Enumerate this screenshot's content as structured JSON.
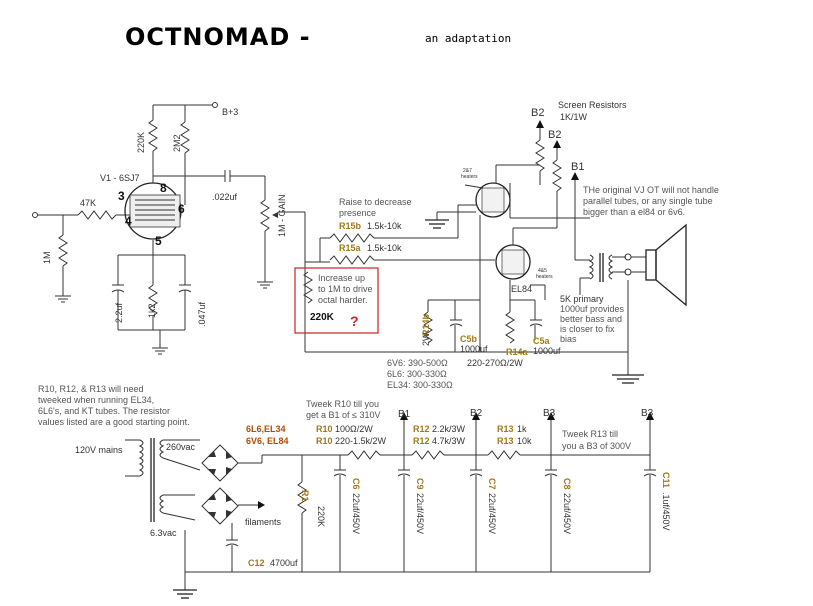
{
  "title": "OCTNOMAD -",
  "subtitle": "an adaptation",
  "labels": {
    "b_plus3": "B+3",
    "b2_top": "B2",
    "b2_mid": "B2",
    "b1_right": "B1",
    "screen_resistors": "Screen Resistors",
    "screen_value": "1K/1W",
    "v1": "V1 - 6SJ7",
    "r220k": "220K",
    "r2m2": "2M2",
    "r47k": "47K",
    "r1m": "1M",
    "c2_2uf": "2.2uf",
    "r1k2": "1k2",
    "c047": ".047uf",
    "c022": ".022uf",
    "gain": "1M - GAIN",
    "pin3": "3",
    "pin8": "8",
    "pin6": "6",
    "pin4": "4",
    "pin5": "5",
    "raise": "Raise to decrease",
    "presence": "presence",
    "r15b": "R15b",
    "r15b_val": "1.5k-10k",
    "r15a": "R15a",
    "r15a_val": "1.5k-10k",
    "heaters_top": "2&7",
    "heaters_top2": "heaters",
    "heaters_bot": "4&5",
    "heaters_bot2": "heaters",
    "el84": "EL84",
    "increase1": "Increase up",
    "increase2": "to 1M to drive",
    "increase3": "octal harder.",
    "r220k_box": "220K",
    "question": "?",
    "r14b": "R14b",
    "r14b_w": "2W",
    "c5b": "C5b",
    "c5b_val": "1000uf",
    "r14a": "R14a",
    "c5a": "C5a",
    "c5a_val": "1000uf",
    "r14a_val": "220-270Ω/2W",
    "v6": "6V6: 390-500Ω",
    "l6": "6L6: 300-330Ω",
    "el34": "EL34: 300-330Ω",
    "ot1": "THe original VJ OT will not handle",
    "ot2": "parallel tubes, or any single tube",
    "ot3": "bigger than a el84 or 6v6.",
    "primary": "5K primary",
    "fix1": "1000uf provides",
    "fix2": "better bass and",
    "fix3": "is closer to fix",
    "fix4": "bias",
    "note1": "R10, R12, & R13 will need",
    "note2": "tweeked when running EL34,",
    "note3": "6L6's, and KT tubes. The resistor",
    "note4": "values listed are a good starting point.",
    "mains": "120V mains",
    "vac260": "260vac",
    "vac63": "6.3vac",
    "tubes1": "6L6,EL34",
    "tubes2": "6V6, EL84",
    "filaments": "filaments",
    "c12": "C12",
    "c12_val": "4700uf",
    "r1": "R1",
    "r1_val": "220K",
    "tweak10a": "Tweek R10 till you",
    "tweak10b": "get a B1 of ≤ 310V",
    "r10": "R10",
    "r10a_val": "100Ω/2W",
    "r10b": "R10",
    "r10b_val": "220-1.5k/2W",
    "b1": "B1",
    "b2": "B2",
    "b3": "B3",
    "b3_end": "B3",
    "r12": "R12",
    "r12a_val": "2.2k/3W",
    "r12b": "R12",
    "r12b_val": "4.7k/3W",
    "r13": "R13",
    "r13a_val": "1k",
    "r13b": "R13",
    "r13b_val": "10k",
    "tweak13a": "Tweek R13 till",
    "tweak13b": "you a B3 of 300V",
    "c6": "C6",
    "c6_val": "22uf/450V",
    "c9": "C9",
    "c9_val": "22uf/450V",
    "c7": "C7",
    "c7_val": "22uf/450V",
    "c8": "C8",
    "c8_val": "22uf/450V",
    "c11": "C11",
    "c11_val": ".1uf/450V"
  },
  "colors": {
    "wire": "#333333",
    "accent_text": "#a07a1a",
    "note_box": "#cc2222",
    "question": "#cc2222"
  }
}
